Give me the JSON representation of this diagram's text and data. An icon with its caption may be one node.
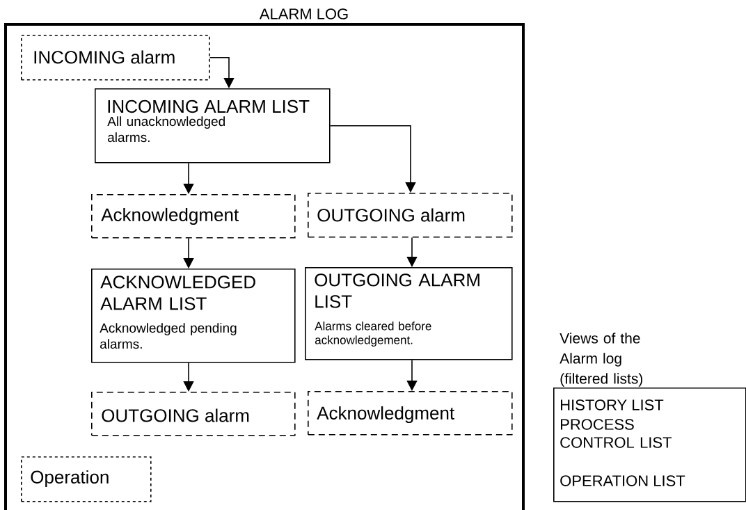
{
  "diagram": {
    "nodes": [
      {
        "text": [
          "ALARM LOG"
        ]
      },
      {
        "text": [
          "INCOMING alarm"
        ],
        "in": 0
      },
      {
        "text": [
          "INCOMING ALARM LIST",
          "All unacknowledged alarms."
        ],
        "in": 0
      },
      {
        "text": [
          "Acknowledgment"
        ],
        "in": 0
      },
      {
        "text": [
          "OUTGOING alarm"
        ],
        "in": 0
      },
      {
        "text": [
          "ACKNOWLEDGED ALARM LIST",
          "Acknowledged pending alarms."
        ],
        "in": 0
      },
      {
        "text": [
          "OUTGOING ALARM LIST",
          "Alarms cleared before acknowledgement."
        ],
        "in": 0
      },
      {
        "text": [
          "OUTGOING alarm"
        ],
        "in": 0
      },
      {
        "text": [
          "Acknowledgment"
        ],
        "in": 0
      },
      {
        "text": [
          "Operation"
        ],
        "in": 0
      },
      {
        "text": [
          "HISTORY LIST",
          "PROCESS CONTROL LIST",
          "OPERATION LIST"
        ],
        "beside": [
          "Views of the Alarm log (filtered lists)"
        ]
      }
    ],
    "edges": [
      {
        "from": 1,
        "to": 2,
        "arrow": "to"
      },
      {
        "from": 2,
        "to": 3,
        "arrow": "to"
      },
      {
        "from": 2,
        "to": 4,
        "arrow": "to"
      },
      {
        "from": 3,
        "to": 5,
        "arrow": "to"
      },
      {
        "from": 5,
        "to": 7,
        "arrow": "to"
      },
      {
        "from": 4,
        "to": 6,
        "arrow": "to"
      },
      {
        "from": 6,
        "to": 8,
        "arrow": "to"
      }
    ]
  }
}
